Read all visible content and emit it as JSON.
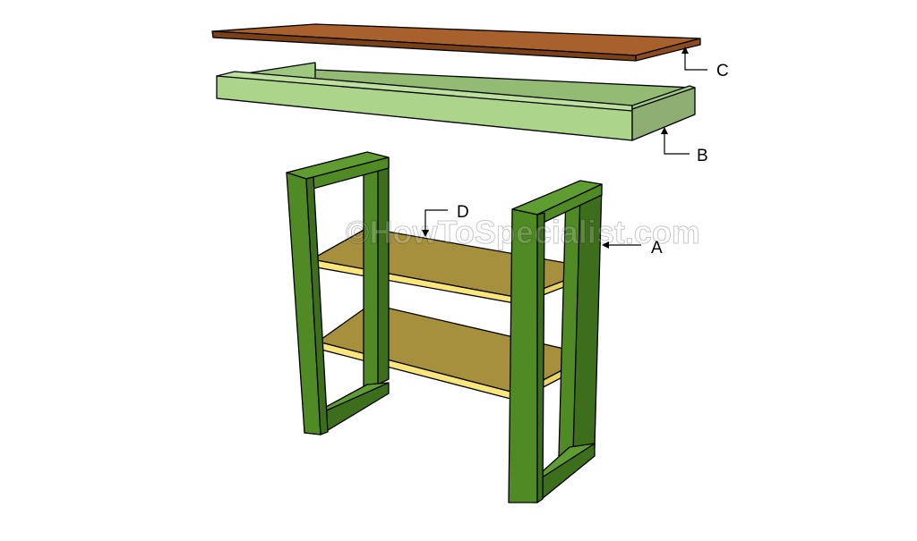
{
  "watermark": "©HowToSpecialist.com",
  "colors": {
    "top": "#a8602c",
    "top_edge": "#7a4018",
    "frame": "#acd48a",
    "frame_inner": "#93bb74",
    "frame_side": "#8fae73",
    "leg": "#4f8a25",
    "leg_dark": "#3c6e1c",
    "leg_light": "#5f9c32",
    "shelf_top": "#a6903e",
    "shelf_edge": "#fae67a"
  },
  "parts": [
    {
      "id": "A",
      "label": "A",
      "name": "legs"
    },
    {
      "id": "B",
      "label": "B",
      "name": "frame"
    },
    {
      "id": "C",
      "label": "C",
      "name": "tabletop"
    },
    {
      "id": "D",
      "label": "D",
      "name": "shelves"
    }
  ]
}
